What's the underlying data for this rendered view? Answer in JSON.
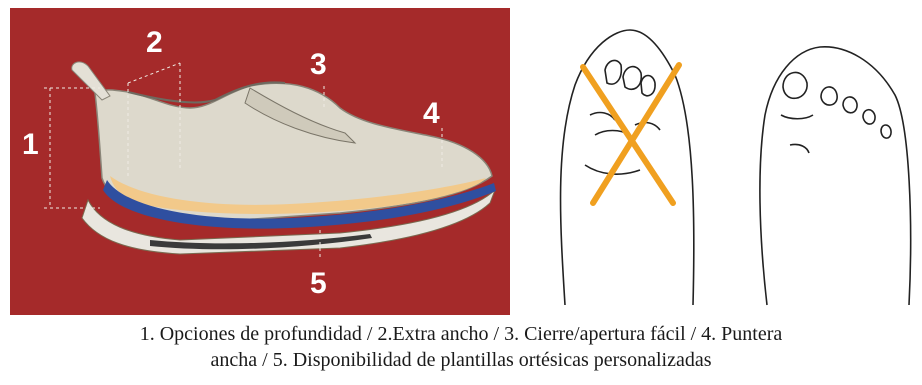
{
  "figure": {
    "shoe_panel": {
      "background": "#a52a2a",
      "callouts": [
        {
          "id": "1",
          "text": "1"
        },
        {
          "id": "2",
          "text": "2"
        },
        {
          "id": "3",
          "text": "3"
        },
        {
          "id": "4",
          "text": "4"
        },
        {
          "id": "5",
          "text": "5"
        }
      ]
    },
    "feet_panel": {
      "cross_color": "#f0a020"
    }
  },
  "caption": {
    "line1": "1.  Opciones de profundidad / 2.Extra ancho / 3.  Cierre/apertura fácil / 4. Puntera",
    "line2": "ancha / 5. Disponibilidad de plantillas ortésicas personalizadas"
  }
}
